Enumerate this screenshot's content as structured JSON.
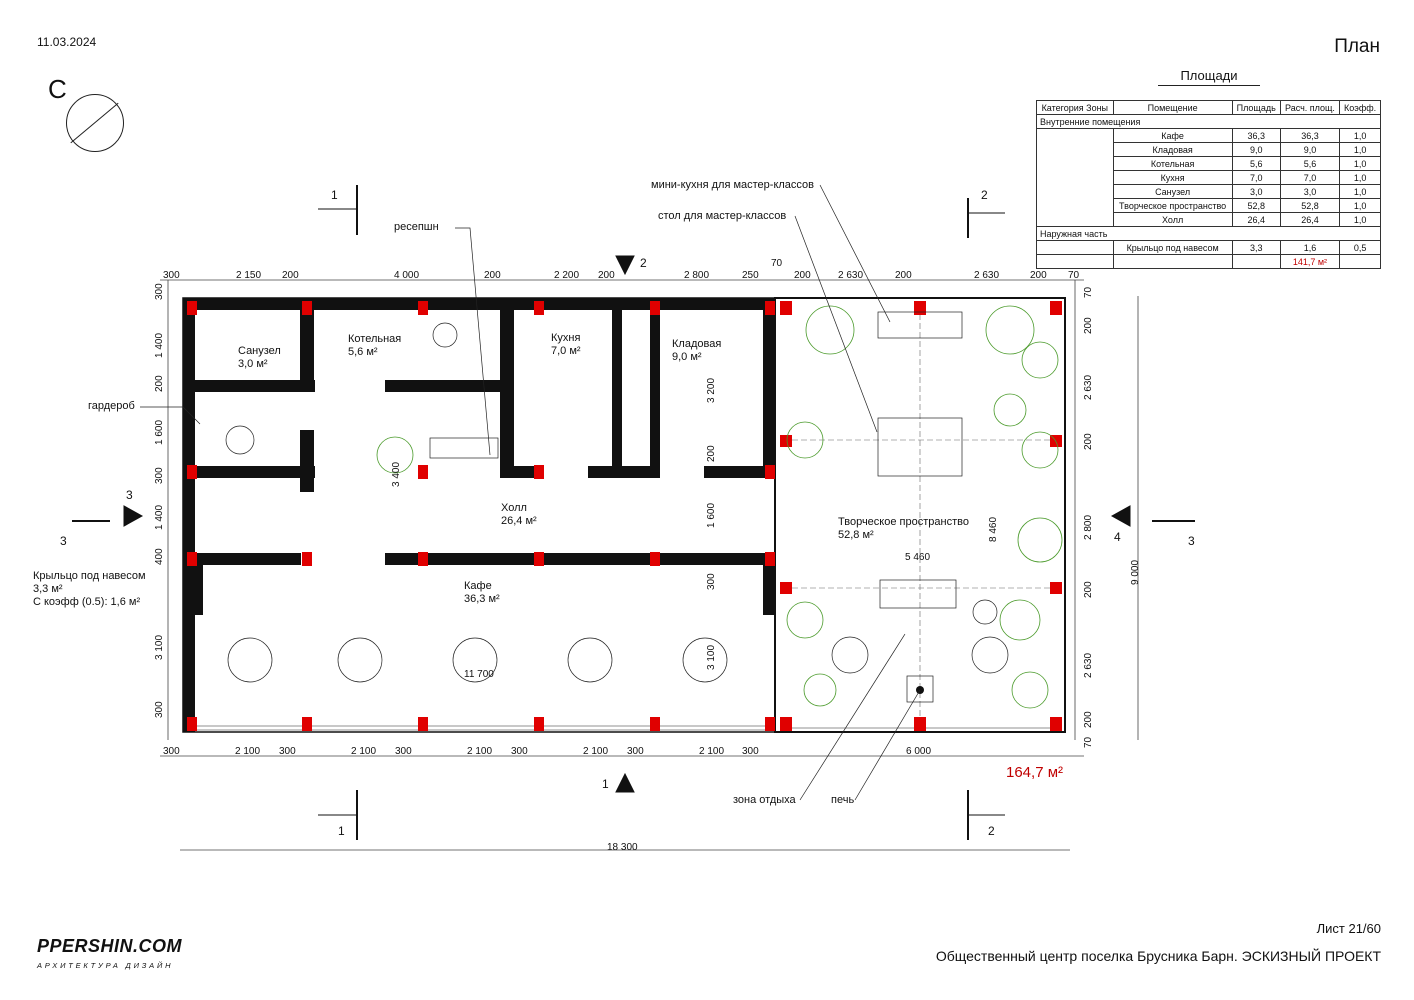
{
  "header": {
    "date": "11.03.2024",
    "title": "План"
  },
  "compass": {
    "label": "С"
  },
  "areas": {
    "title": "Площади",
    "columns": [
      "Категория Зоны",
      "Помещение",
      "Площадь",
      "Расч. площ.",
      "Коэфф."
    ],
    "internal_label": "Внутренние помещения",
    "internal_rows": [
      {
        "room": "Кафе",
        "area": "36,3",
        "calc": "36,3",
        "k": "1,0"
      },
      {
        "room": "Кладовая",
        "area": "9,0",
        "calc": "9,0",
        "k": "1,0"
      },
      {
        "room": "Котельная",
        "area": "5,6",
        "calc": "5,6",
        "k": "1,0"
      },
      {
        "room": "Кухня",
        "area": "7,0",
        "calc": "7,0",
        "k": "1,0"
      },
      {
        "room": "Санузел",
        "area": "3,0",
        "calc": "3,0",
        "k": "1,0"
      },
      {
        "room": "Творческое пространство",
        "area": "52,8",
        "calc": "52,8",
        "k": "1,0"
      },
      {
        "room": "Холл",
        "area": "26,4",
        "calc": "26,4",
        "k": "1,0"
      }
    ],
    "external_label": "Наружная часть",
    "external_rows": [
      {
        "room": "Крыльцо под навесом",
        "area": "3,3",
        "calc": "1,6",
        "k": "0,5"
      }
    ],
    "total": "141,7 м²"
  },
  "rooms": {
    "sanuzel": {
      "name": "Санузел",
      "area": "3,0 м²"
    },
    "kotelnaya": {
      "name": "Котельная",
      "area": "5,6 м²"
    },
    "kuhnya": {
      "name": "Кухня",
      "area": "7,0 м²"
    },
    "kladovaya": {
      "name": "Кладовая",
      "area": "9,0 м²"
    },
    "holl": {
      "name": "Холл",
      "area": "26,4 м²"
    },
    "kafe": {
      "name": "Кафе",
      "area": "36,3 м²"
    },
    "tvorch": {
      "name": "Творческое пространство",
      "area": "52,8 м²"
    },
    "porch": {
      "name": "Крыльцо под навесом",
      "area": "3,3 м²",
      "coef": "С коэфф (0.5): 1,6 м²"
    }
  },
  "callouts": {
    "reception": "ресепшн",
    "wardrobe": "гардероб",
    "mini_kitchen": "мини-кухня для мастер-классов",
    "table": "стол для мастер-классов",
    "rest_zone": "зона отдыха",
    "stove": "печь"
  },
  "dimensions": {
    "top": [
      "300",
      "2 150",
      "200",
      "4 000",
      "200",
      "2 200",
      "200",
      "2 800",
      "250",
      "70",
      "200",
      "2 630",
      "200",
      "2 630",
      "200",
      "70"
    ],
    "bottom": [
      "300",
      "2 100",
      "300",
      "2 100",
      "300",
      "2 100",
      "300",
      "2 100",
      "300",
      "2 100",
      "300",
      "6 000"
    ],
    "overall_width": "18 300",
    "overall_height": "9 000",
    "left": [
      "300",
      "1 400",
      "200",
      "1 600",
      "300",
      "1 400",
      "400",
      "3 100",
      "300"
    ],
    "right": [
      "70",
      "200",
      "2 630",
      "200",
      "2 800",
      "200",
      "2 630",
      "200",
      "70"
    ],
    "inner": {
      "d3400": "3 400",
      "d3200": "3 200",
      "d200": "200",
      "d1600": "1 600",
      "d300": "300",
      "d3100": "3 100",
      "d11700": "11 700",
      "d5460": "5 460",
      "d8460": "8 460"
    }
  },
  "section_marks": {
    "s1": "1",
    "s2": "2",
    "s3": "3",
    "s4": "4"
  },
  "footer": {
    "total_area": "164,7 м²",
    "sheet": "Лист 21/60",
    "project": "Общественный центр поселка Брусника Барн. ЭСКИЗНЫЙ ПРОЕКТ",
    "logo": "PPERSHIN.COM",
    "logo_sub": "АРХИТЕКТУРА ДИЗАЙН"
  },
  "colors": {
    "column": "#e00000",
    "wall": "#111111",
    "plants": "#4a9a2a",
    "total": "#c00000"
  }
}
